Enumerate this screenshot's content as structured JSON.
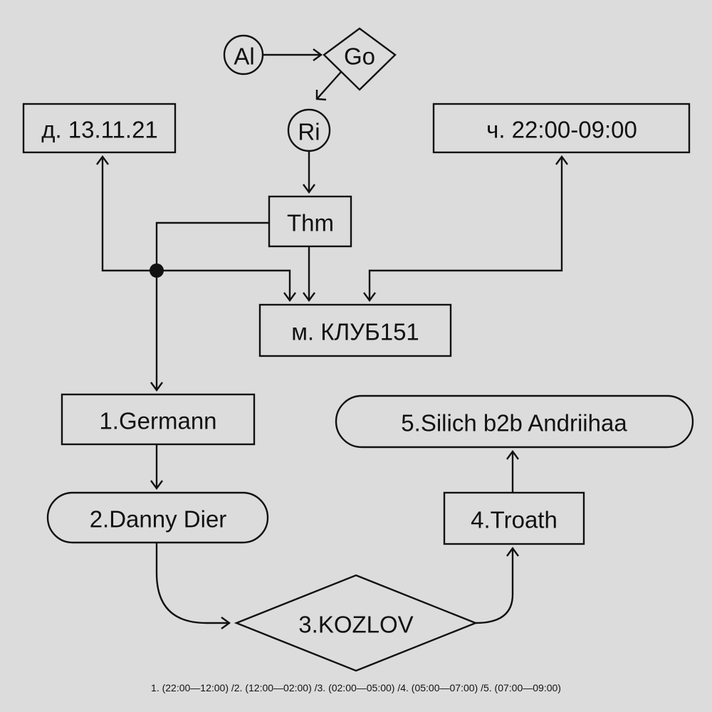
{
  "nodes": {
    "al": "Al",
    "go": "Go",
    "ri": "Ri",
    "date": "д. 13.11.21",
    "time": "ч. 22:00-09:00",
    "thm": "Thm",
    "venue": "м. КЛУБ151",
    "n1": "1.Germann",
    "n2": "2.Danny Dier",
    "n3": "3.KOZLOV",
    "n4": "4.Troath",
    "n5": "5.Silich b2b Andriihaa"
  },
  "footer": "1. (22:00—12:00) /2. (12:00—02:00) /3. (02:00—05:00) /4. (05:00—07:00) /5. (07:00—09:00)",
  "colors": {
    "background": "#dcdcdc",
    "ink": "#111111"
  }
}
